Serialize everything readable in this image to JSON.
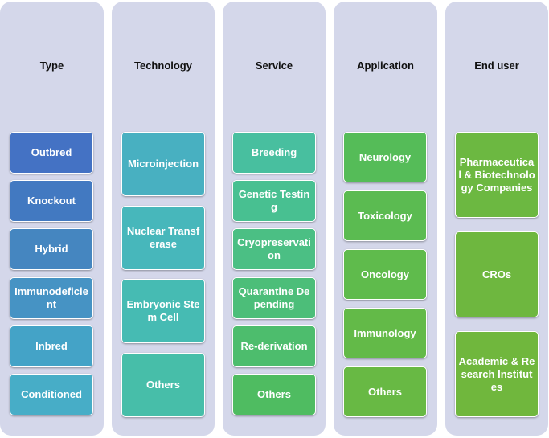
{
  "columns": [
    {
      "title": "Type",
      "items": [
        "Outbred",
        "Knockout",
        "Hybrid",
        "Immunodeficient",
        "Inbred",
        "Conditioned"
      ]
    },
    {
      "title": "Technology",
      "items": [
        "Microinjection",
        "Nuclear Transferase",
        "Embryonic Stem Cell",
        "Others"
      ]
    },
    {
      "title": "Service",
      "items": [
        "Breeding",
        "Genetic Testing",
        "Cryopreservation",
        "Quarantine Depending",
        "Re-derivation",
        "Others"
      ]
    },
    {
      "title": "Application",
      "items": [
        "Neurology",
        "Toxicology",
        "Oncology",
        "Immunology",
        "Others"
      ]
    },
    {
      "title": "End user",
      "items": [
        "Pharmaceutical & Biotechnology Companies",
        "CROs",
        "Academic & Research Institutes"
      ]
    }
  ],
  "colors": {
    "panel": "#d4d7ea",
    "type_boxes": [
      "#4472c4",
      "#4279c1",
      "#4586c0",
      "#4693c4",
      "#44a3c7",
      "#47adc7"
    ],
    "technology_boxes": [
      "#48b0c1",
      "#47b7bb",
      "#46bbb3",
      "#47bea9"
    ],
    "service_boxes": [
      "#48bf9f",
      "#48c091",
      "#4bbf84",
      "#4cbe79",
      "#4dbd6d",
      "#4fbc61"
    ],
    "application_boxes": [
      "#55bc58",
      "#5bbb51",
      "#5fbb4c",
      "#63ba48",
      "#68b944"
    ],
    "enduser_boxes": [
      "#6cb841",
      "#6eb73f",
      "#70b73d"
    ]
  }
}
